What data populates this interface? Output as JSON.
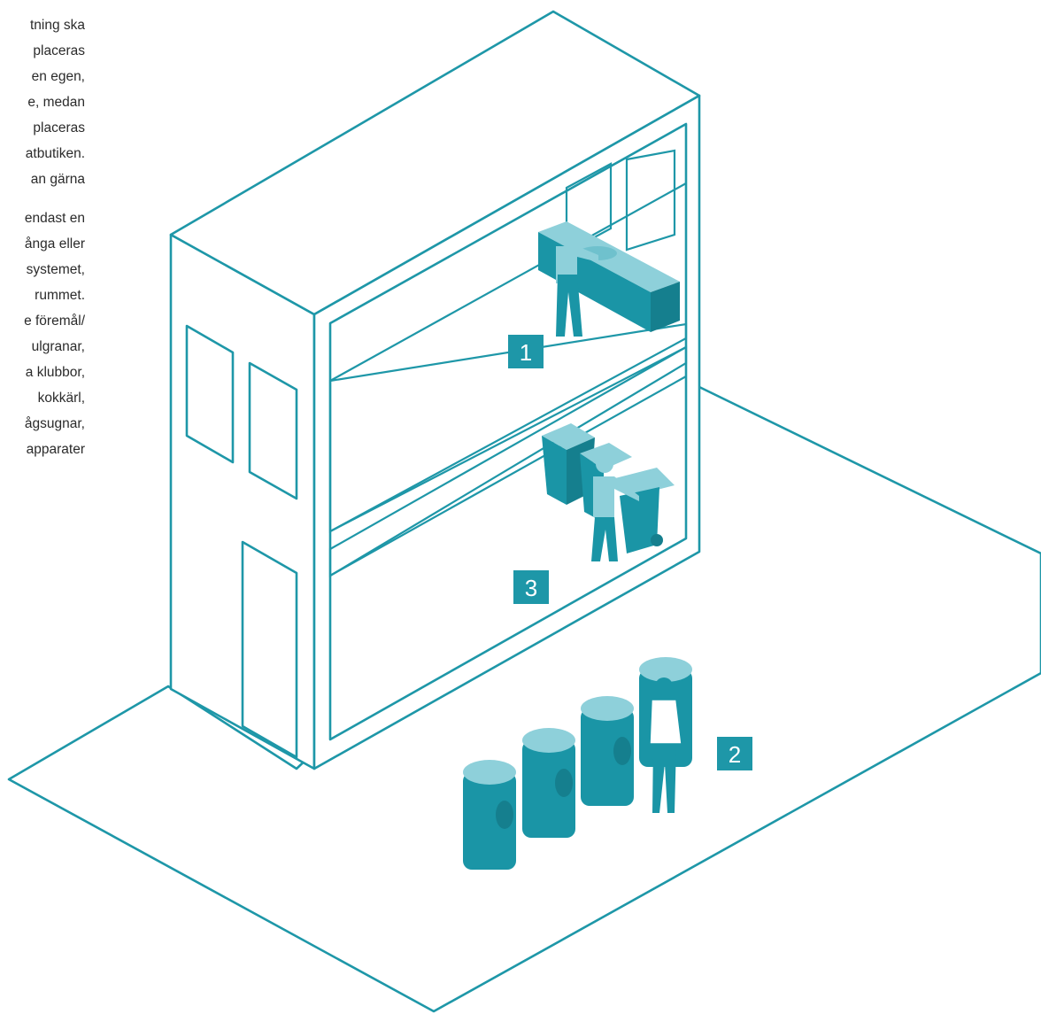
{
  "text_lines": [
    "tning ska",
    "placeras",
    "en egen,",
    "e, medan",
    "placeras",
    "atbutiken.",
    "an gärna",
    "",
    "endast en",
    "ånga eller",
    "systemet,",
    "rummet.",
    "e föremål/",
    "ulgranar,",
    "a klubbor,",
    "kokkärl,",
    "ågsugnar,",
    "apparater"
  ],
  "labels": {
    "one": "1",
    "two": "2",
    "three": "3"
  },
  "colors": {
    "line": "#1e97a8",
    "fill_dark": "#1a95a6",
    "fill_light": "#8ed0da",
    "badge": "#1e97a8"
  }
}
